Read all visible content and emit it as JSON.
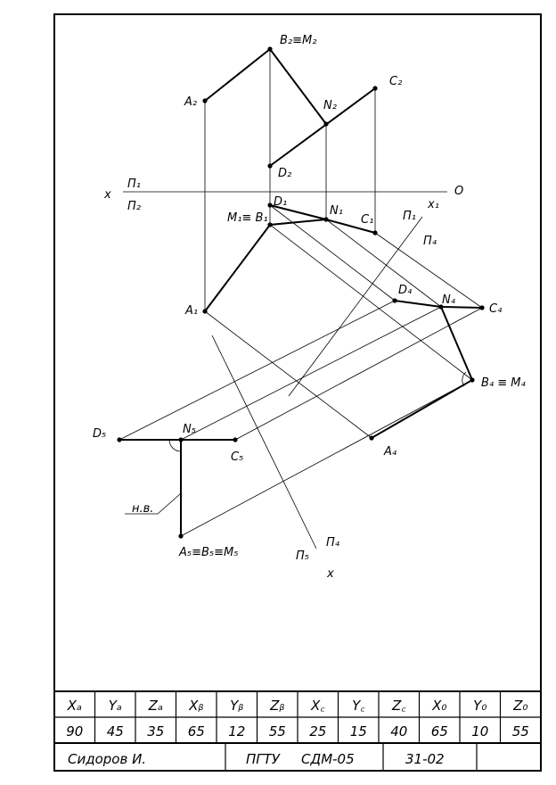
{
  "labels": {
    "B2M2": "B₂≡M₂",
    "A2": "A₂",
    "C2": "C₂",
    "N2": "N₂",
    "D2": "D₂",
    "x": "x",
    "P1": "П₁",
    "P2": "П₂",
    "O": "O",
    "D1": "D₁",
    "N1": "N₁",
    "x1": "x₁",
    "M1B1": "M₁≡ B₁",
    "C1": "C₁",
    "P1b": "П₁",
    "P4": "П₄",
    "A1": "A₁",
    "D4": "D₄",
    "N4": "N₄",
    "C4": "C₄",
    "B4M4": "B₄ ≡ M₄",
    "D5": "D₅",
    "N5": "N₅",
    "C5": "C₅",
    "A4": "A₄",
    "nv": "н.в.",
    "A5B5M5": "A₅≡B₅≡M₅",
    "P4b": "П₄",
    "P5": "П₅",
    "x2": "x"
  },
  "table": {
    "headers": [
      "Xₐ",
      "Yₐ",
      "Zₐ",
      "Xᵦ",
      "Yᵦ",
      "Zᵦ",
      "X꜀",
      "Y꜀",
      "Z꜀",
      "X₀",
      "Y₀",
      "Z₀"
    ],
    "values": [
      "90",
      "45",
      "35",
      "65",
      "12",
      "55",
      "25",
      "15",
      "40",
      "65",
      "10",
      "55"
    ],
    "title_block": {
      "name": "Сидоров И.",
      "org": "ПГТУ",
      "group": "СДМ-05",
      "number": "31-02"
    }
  }
}
